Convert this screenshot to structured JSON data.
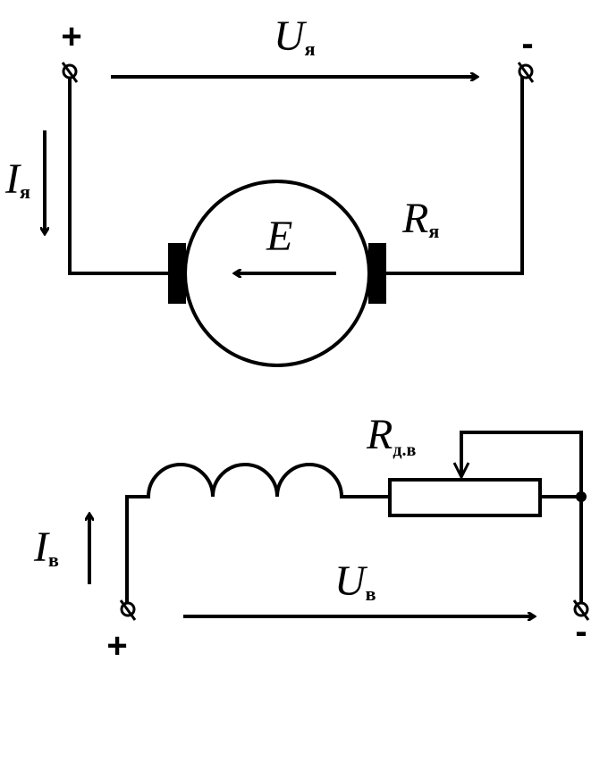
{
  "armature": {
    "voltage": {
      "symbol": "U",
      "subscript": "я"
    },
    "current": {
      "symbol": "I",
      "subscript": "я"
    },
    "resistance": {
      "symbol": "R",
      "subscript": "я"
    },
    "emf": {
      "symbol": "E"
    },
    "plus_sign": "+",
    "minus_sign": "-"
  },
  "field": {
    "voltage": {
      "symbol": "U",
      "subscript": "в"
    },
    "current": {
      "symbol": "I",
      "subscript": "в"
    },
    "rheostat": {
      "symbol": "R",
      "subscript": "д.в"
    },
    "plus_sign": "+",
    "minus_sign": "-"
  }
}
